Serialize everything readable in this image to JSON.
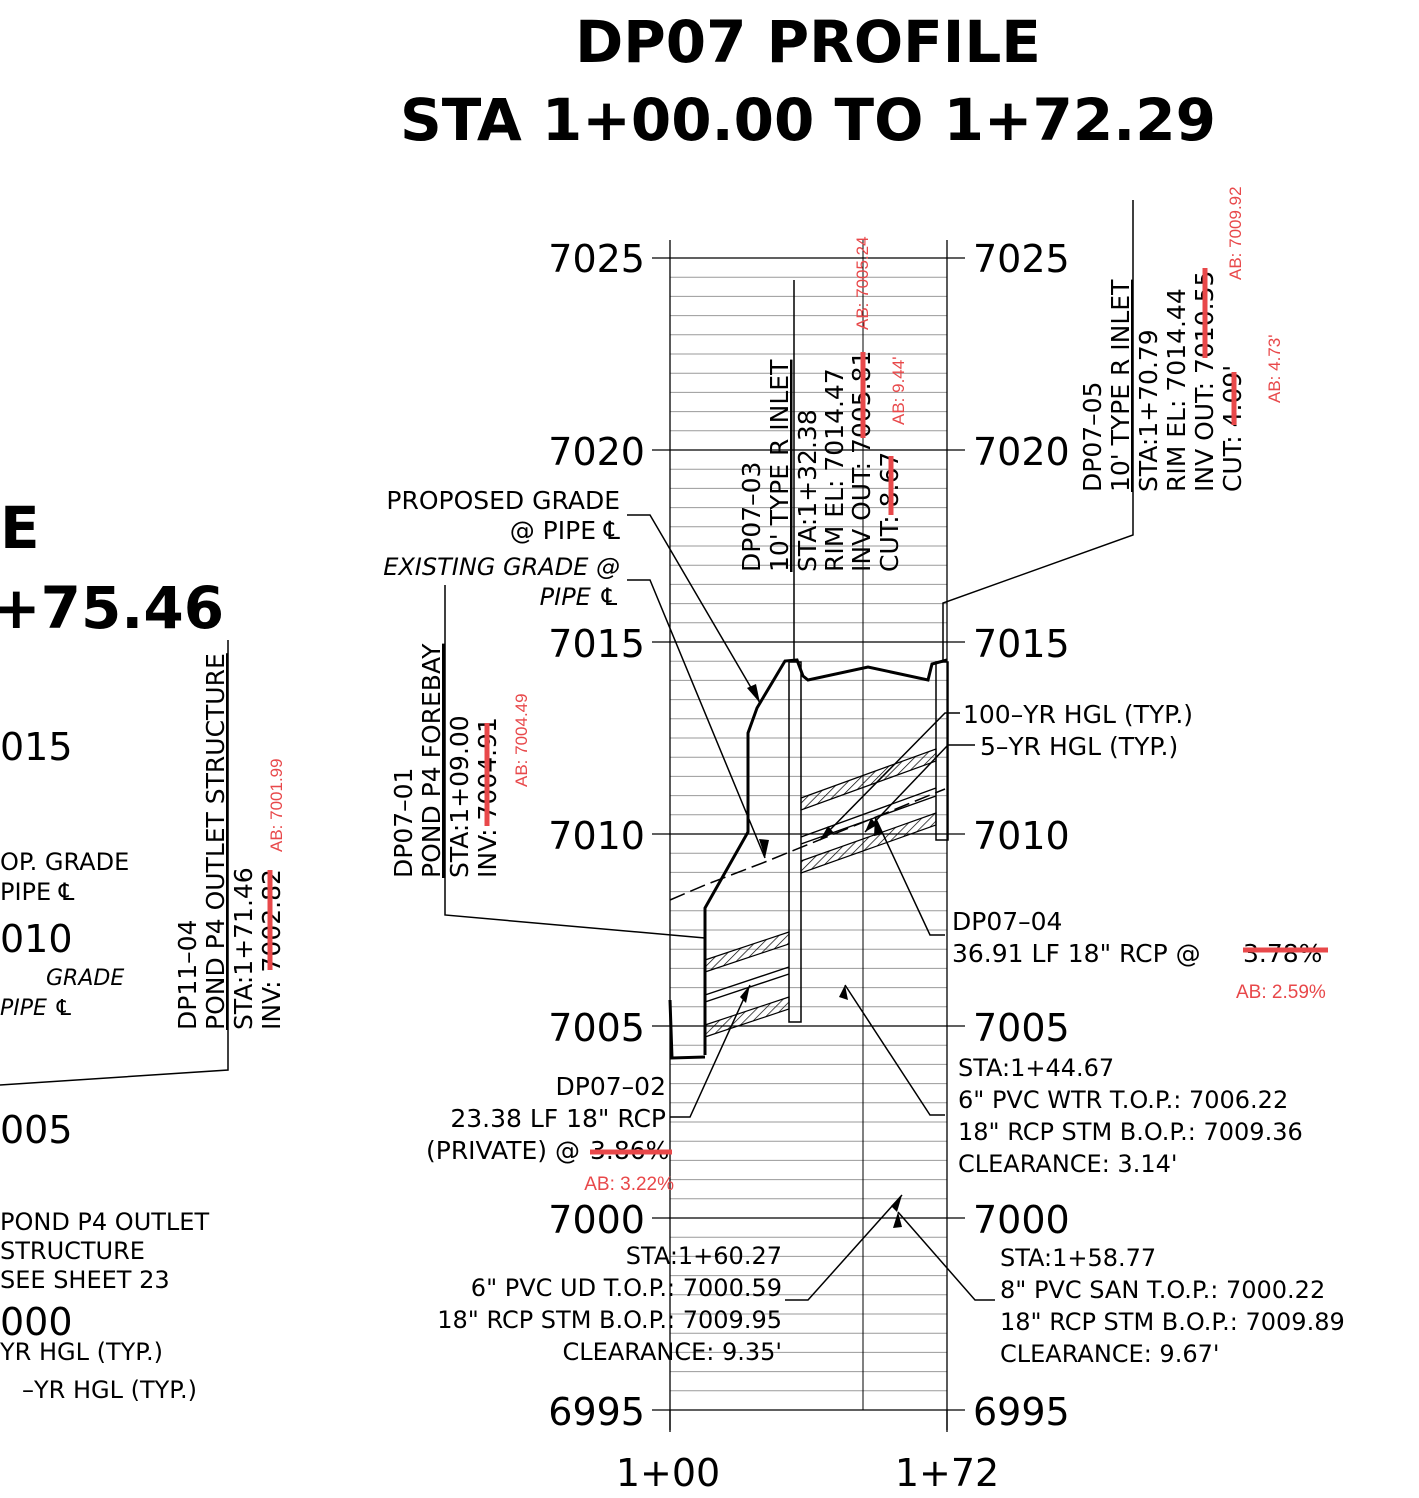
{
  "title": {
    "line1": "DP07 PROFILE",
    "line2": "STA 1+00.00 TO 1+72.29"
  },
  "colors": {
    "ink": "#000000",
    "grid": "#9a9a9a",
    "markup": "#e8484a"
  },
  "profile": {
    "elevations": [
      "7025",
      "7020",
      "7015",
      "7010",
      "7005",
      "7000",
      "6995"
    ],
    "stations": [
      "1+00",
      "1+72"
    ]
  },
  "adjacent_sheet": {
    "title_fragment_1": "E",
    "title_fragment_2": "+75.46",
    "elev_fragments": [
      "015",
      "010",
      "005",
      "000"
    ],
    "prop_grade": [
      "OP. GRADE",
      "PIPE ℄"
    ],
    "exist_grade": [
      "GRADE",
      "PIPE ℄"
    ],
    "outlet_note": [
      "POND P4 OUTLET",
      "STRUCTURE",
      "SEE SHEET 23"
    ],
    "hgl_1": "YR HGL (TYP.)",
    "hgl_2": "–YR HGL (TYP.)",
    "structure": {
      "id": "DP11–04",
      "name": "POND P4 OUTLET STRUCTURE",
      "sta": "STA:1+71.46",
      "inv": "INV: 7002.82",
      "ab": "AB: 7001.99"
    }
  },
  "labels": {
    "proposed_grade": [
      "PROPOSED GRADE",
      "@ PIPE ℄"
    ],
    "existing_grade": [
      "EXISTING GRADE @",
      "PIPE ℄"
    ],
    "hgl_100": "100–YR HGL (TYP.)",
    "hgl_5": "5–YR HGL (TYP.)"
  },
  "structures": {
    "dp07_01": {
      "id": "DP07–01",
      "name": "POND P4 FOREBAY",
      "sta": "STA:1+09.00",
      "inv": "INV: 7004.91",
      "ab": "AB: 7004.49"
    },
    "dp07_03": {
      "id": "DP07–03",
      "type": "10' TYPE R INLET",
      "sta": "STA:1+32.38",
      "rim": "RIM EL: 7014.47",
      "inv_out": "INV OUT: 7005.81",
      "cut": "CUT: 8.67",
      "ab_inv": "AB: 7005.24",
      "ab_cut": "AB: 9.44'"
    },
    "dp07_05": {
      "id": "DP07–05",
      "type": "10' TYPE R INLET",
      "sta": "STA:1+70.79",
      "rim": "RIM EL: 7014.44",
      "inv_out": "INV OUT: 7010.55",
      "cut": "CUT: 4.09'",
      "ab_inv": "AB: 7009.92",
      "ab_cut": "AB: 4.73'"
    }
  },
  "pipes": {
    "dp07_02": {
      "id": "DP07–02",
      "desc": "23.38 LF 18\" RCP",
      "private": "(PRIVATE) @",
      "slope": "3.86%",
      "ab": "AB: 3.22%"
    },
    "dp07_04": {
      "id": "DP07–04",
      "desc": "36.91 LF 18\" RCP @",
      "slope": "3.78%",
      "ab": "AB: 2.59%"
    }
  },
  "crossings": {
    "water": {
      "sta": "STA:1+44.67",
      "top": "6\" PVC WTR T.O.P.: 7006.22",
      "bop": "18\" RCP STM B.O.P.: 7009.36",
      "clearance": "CLEARANCE: 3.14'"
    },
    "underdrain": {
      "sta": "STA:1+60.27",
      "top": "6\" PVC UD T.O.P.: 7000.59",
      "bop": "18\" RCP STM B.O.P.: 7009.95",
      "clearance": "CLEARANCE: 9.35'"
    },
    "sanitary": {
      "sta": "STA:1+58.77",
      "top": "8\" PVC SAN T.O.P.: 7000.22",
      "bop": "18\" RCP STM B.O.P.: 7009.89",
      "clearance": "CLEARANCE: 9.67'"
    }
  }
}
